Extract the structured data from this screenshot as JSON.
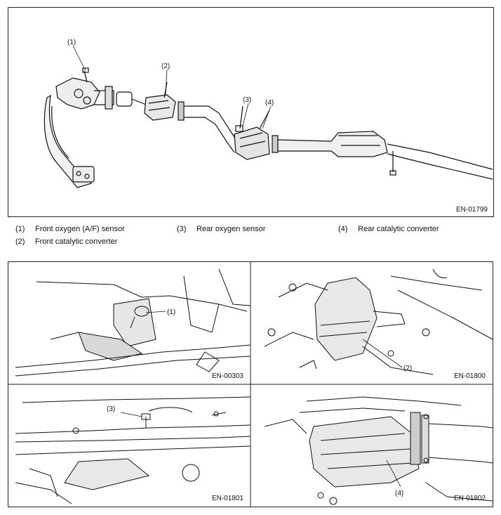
{
  "main_figure": {
    "code": "EN-01799",
    "callouts": [
      "(1)",
      "(2)",
      "(3)",
      "(4)"
    ]
  },
  "legend": [
    {
      "num": "(1)",
      "label": "Front oxygen (A/F) sensor"
    },
    {
      "num": "(2)",
      "label": "Front catalytic converter"
    },
    {
      "num": "(3)",
      "label": "Rear oxygen sensor"
    },
    {
      "num": "(4)",
      "label": "Rear catalytic converter"
    }
  ],
  "detail_figures": [
    {
      "code": "EN-00303",
      "callout": "(1)"
    },
    {
      "code": "EN-01800",
      "callout": "(2)"
    },
    {
      "code": "EN-01801",
      "callout": "(3)"
    },
    {
      "code": "EN-01802",
      "callout": "(4)"
    }
  ]
}
